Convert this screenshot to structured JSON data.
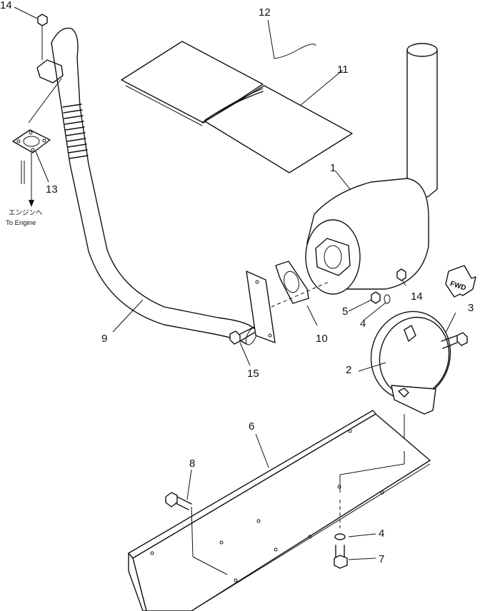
{
  "parts": {
    "p1": "1",
    "p2": "2",
    "p3": "3",
    "p4a": "4",
    "p4b": "4",
    "p5": "5",
    "p6": "6",
    "p7": "7",
    "p8": "8",
    "p9": "9",
    "p10": "10",
    "p11": "11",
    "p12": "12",
    "p13": "13",
    "p14a": "14",
    "p14b": "14",
    "p15": "15"
  },
  "engine_note": {
    "jp": "エンジンへ",
    "en": "To Engine"
  },
  "fwd_label": "FWD"
}
